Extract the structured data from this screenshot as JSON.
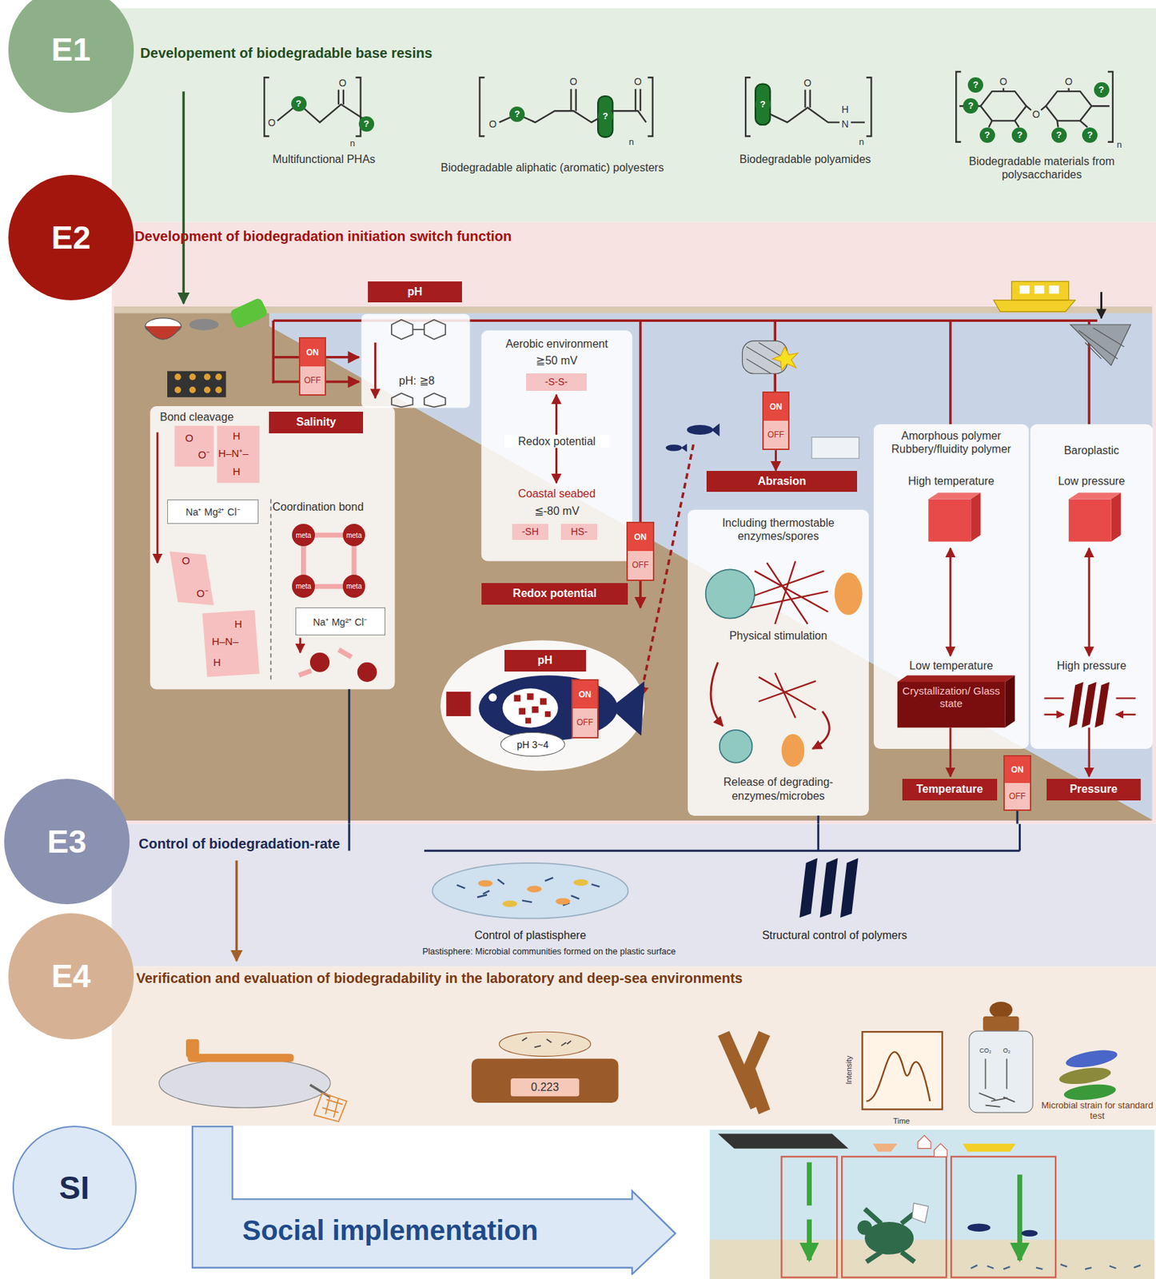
{
  "diagram": {
    "nodes": [
      {
        "text": [
          "E1"
        ]
      },
      {
        "text": [
          "Developement of biodegradable base resins"
        ]
      },
      {
        "text": [
          "E2"
        ]
      },
      {
        "text": [
          "Development of biodegradation initiation switch function"
        ]
      },
      {
        "text": [
          "pH"
        ],
        "in": 3
      },
      {
        "text": [
          "ON",
          "OFF"
        ],
        "in": 3
      },
      {
        "text": [
          "pH: ≧8"
        ],
        "in": 3
      },
      {
        "text": [
          "Aerobic environment",
          "≧50 mV",
          "Redox potential",
          "Coastal seabed",
          "≦-80 mV"
        ],
        "in": 3
      },
      {
        "text": [
          "-S-S-"
        ],
        "in": 7
      },
      {
        "text": [
          "-SH"
        ],
        "in": 7
      },
      {
        "text": [
          "HS-"
        ],
        "in": 7
      },
      {
        "text": [
          "Salinity"
        ],
        "in": 3
      },
      {
        "text": [
          "Bond cleavage",
          "Coordination bond"
        ],
        "in": 3
      },
      {
        "text": [
          "Na⁺ Mg²⁺ Cl⁻"
        ],
        "in": 12
      },
      {
        "text": [
          "meta"
        ],
        "in": 12
      },
      {
        "text": [
          "meta"
        ],
        "in": 12
      },
      {
        "text": [
          "meta"
        ],
        "in": 12
      },
      {
        "text": [
          "meta"
        ],
        "in": 12
      },
      {
        "text": [
          "Na⁺ Mg²⁺ Cl⁻"
        ],
        "in": 12
      },
      {
        "text": [
          "ON",
          "OFF"
        ],
        "in": 3
      },
      {
        "text": [
          "Abrasion"
        ],
        "in": 3
      },
      {
        "text": [
          "ON",
          "OFF"
        ],
        "in": 3
      },
      {
        "text": [
          "Redox potential"
        ],
        "in": 3
      },
      {
        "text": [
          "Including thermostable enzymes/spores",
          "Physical stimulation",
          "Release of degrading-enzymes/microbes"
        ],
        "in": 3
      },
      {
        "text": [
          "Amorphous polymer Rubbery/fluidity polymer",
          "High temperature",
          "Low temperature",
          "Crystallization/ Glass state"
        ],
        "in": 3
      },
      {
        "text": [
          "Baroplastic",
          "Low pressure",
          "High pressure"
        ],
        "in": 3
      },
      {
        "text": [
          "pH"
        ],
        "in": 3
      },
      {
        "text": [
          "ON",
          "OFF"
        ],
        "in": 3
      },
      {
        "text": [
          "pH 3~4"
        ],
        "in": 3
      },
      {
        "text": [
          "Temperature"
        ],
        "in": 3
      },
      {
        "text": [
          "ON",
          "OFF"
        ],
        "in": 3
      },
      {
        "text": [
          "Pressure"
        ],
        "in": 3
      },
      {
        "text": [
          "E3"
        ]
      },
      {
        "text": [
          "Control of biodegradation-rate"
        ]
      },
      {
        "text": [
          "E4"
        ]
      },
      {
        "text": [
          "Verification and evaluation of biodegradability in the laboratory and deep-sea environments"
        ]
      },
      {
        "text": [
          "SI"
        ]
      },
      {
        "text": [
          "Social implementation"
        ]
      }
    ],
    "edges": [
      {
        "from": 19,
        "to": 20,
        "arrow": "to"
      },
      {
        "from": 12,
        "to": 33,
        "arrow": "none"
      },
      {
        "from": 23,
        "to": 33,
        "arrow": "none"
      },
      {
        "from": 30,
        "to": 33,
        "arrow": "none"
      }
    ],
    "labels": [
      "Multifunctional PHAs",
      "Biodegradable aliphatic (aromatic) polyesters",
      "Biodegradable polyamides",
      "Biodegradable materials from polysaccharides",
      "?",
      "?",
      "?",
      "?",
      "?",
      "?",
      "?",
      "?",
      "?",
      "?",
      "?",
      "?",
      "O",
      "O",
      "n",
      "O",
      "O",
      "O",
      "n",
      "O",
      "N",
      "H",
      "n",
      "O",
      "O",
      "O",
      "n",
      "O",
      "O⁻",
      "H",
      "H–N⁺–",
      "H",
      "O",
      "O⁻",
      "H",
      "H–N–",
      "H",
      "Control of plastisphere",
      "Plastisphere: Microbial communities formed on the plastic surface",
      "Structural control of polymers",
      "0.223",
      "Intensity",
      "Time",
      "CO₂",
      "O₂",
      "Microbial strain for standard test"
    ]
  }
}
